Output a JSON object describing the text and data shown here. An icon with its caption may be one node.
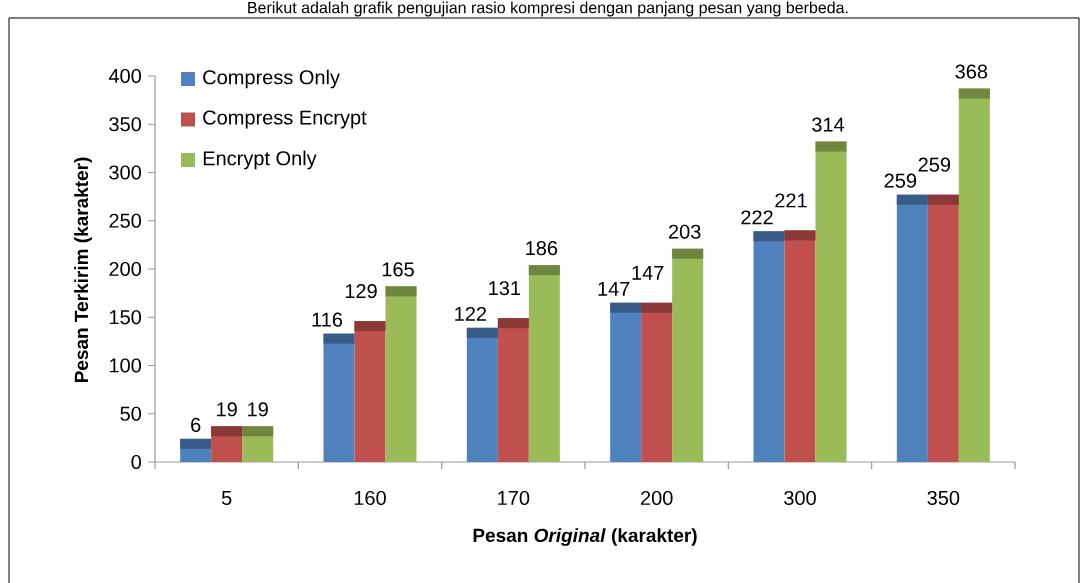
{
  "diagram": {
    "caption": "Berikut adalah grafik pengujian rasio kompresi dengan panjang pesan yang berbeda.",
    "labels": [
      "6",
      "19",
      "19",
      "116",
      "129",
      "165",
      "122",
      "131",
      "186",
      "147",
      "147",
      "203",
      "222",
      "221",
      "314",
      "259",
      "259",
      "368"
    ],
    "legend": [
      {
        "text": "Compress Only",
        "color": "#4f81bd"
      },
      {
        "text": "Compress Encrypt",
        "color": "#c0504d"
      },
      {
        "text": "Encrypt Only",
        "color": "#9bbb59"
      }
    ],
    "chart_data": {
      "type": "bar",
      "xlabel": "Pesan *Original* (karakter)",
      "ylabel": "Pesan Terkirim (karakter)",
      "categories": [
        "5",
        "160",
        "170",
        "200",
        "300",
        "350"
      ],
      "series": [
        {
          "color": "#4f81bd",
          "values": [
            24,
            133,
            139,
            165,
            239,
            277
          ]
        },
        {
          "color": "#c0504d",
          "values": [
            37,
            146,
            149,
            165,
            240,
            277
          ]
        },
        {
          "color": "#9bbb59",
          "values": [
            37,
            182,
            204,
            221,
            332,
            387
          ]
        }
      ],
      "ylim": [
        0,
        400
      ],
      "yticks": [
        0,
        50,
        100,
        150,
        200,
        250,
        300,
        350,
        400
      ]
    }
  }
}
